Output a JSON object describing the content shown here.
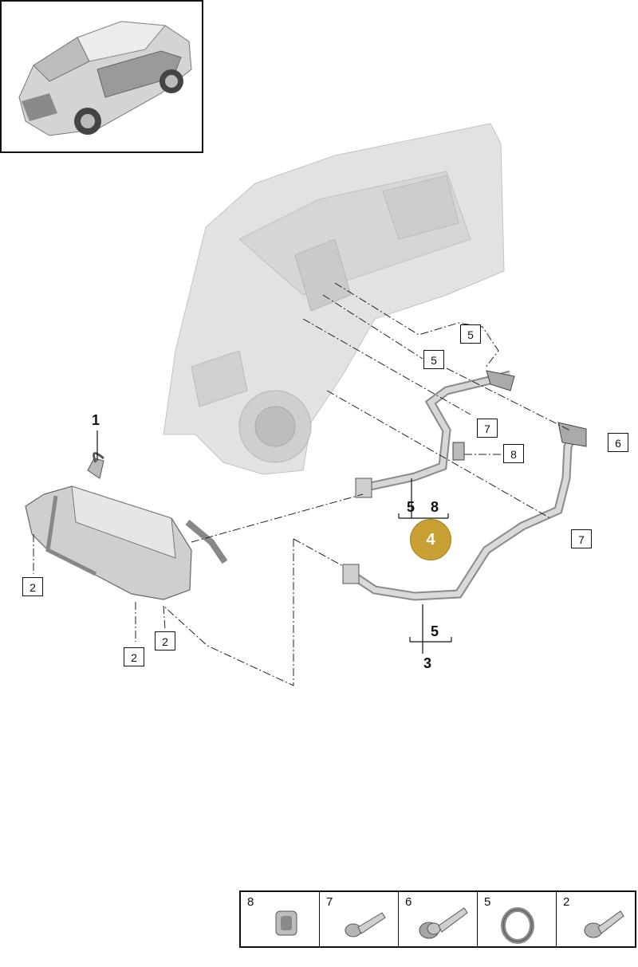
{
  "diagram": {
    "part_labels": {
      "cooler": "1",
      "lower_hose": "3",
      "upper_hose": "4"
    },
    "group_labels": {
      "upper_hose_seal": "5",
      "upper_hose_clip": "8",
      "lower_hose_seal": "5"
    },
    "callouts": {
      "seal_top": "5",
      "seal_mid": "5",
      "screw_mount_a": "7",
      "clip_mount": "8",
      "screw_flange": "6",
      "screw_mount_b": "7",
      "screw_cooler_left": "2",
      "screw_cooler_bottom_a": "2",
      "screw_cooler_bottom_b": "2"
    },
    "highlight_color": "#c8a033"
  },
  "legend": [
    {
      "number": "8",
      "icon": "clip-icon"
    },
    {
      "number": "7",
      "icon": "short-screw-icon"
    },
    {
      "number": "6",
      "icon": "flange-screw-icon"
    },
    {
      "number": "5",
      "icon": "o-ring-icon"
    },
    {
      "number": "2",
      "icon": "screw-icon"
    }
  ]
}
